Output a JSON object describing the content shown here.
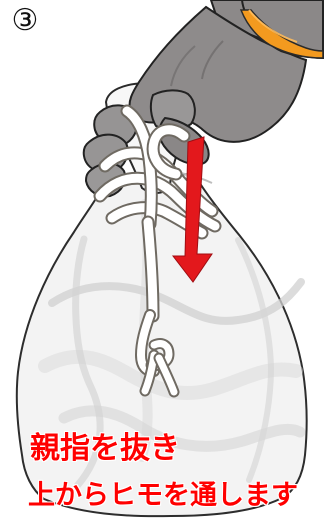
{
  "step": {
    "number": "③"
  },
  "instruction": {
    "line1": "親指を抜き",
    "line2": "上からヒモを通します"
  },
  "colors": {
    "caption_text": "#ff0000",
    "arrow": "#e3181c",
    "bag_fill": "#f3f3f3",
    "bag_shade": "#cfcfcf",
    "glove": "#8e8b8b",
    "glove_shadow": "#6c6969",
    "cuff": "#f39a1f",
    "rope": "#ffffff",
    "rope_outline": "#6f6a62"
  },
  "icons": {
    "step": "circled-number-three",
    "hand": "gloved-hand-icon",
    "bag": "white-sack-icon",
    "rope": "drawstring-rope-icon",
    "arrow": "down-arrow-icon"
  }
}
